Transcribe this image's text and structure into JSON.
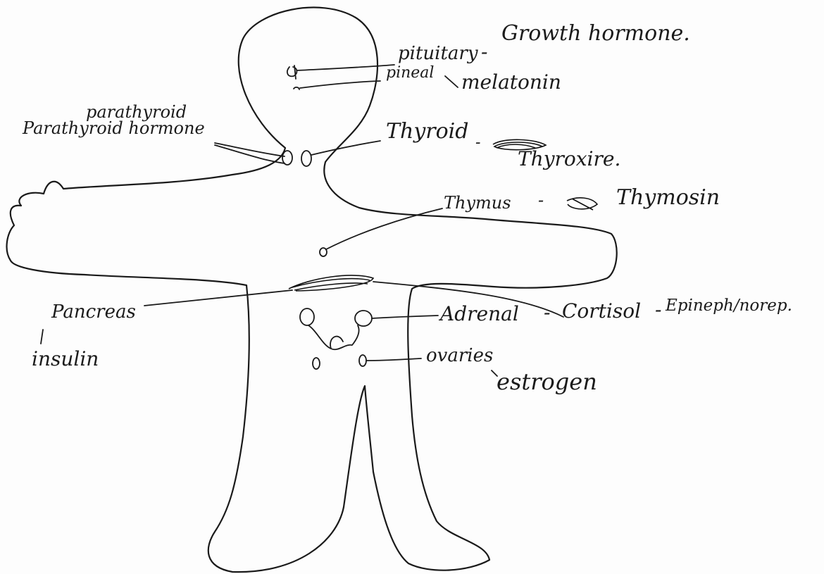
{
  "labels": {
    "pituitary": "pituitary",
    "growth_hormone": "Growth hormone.",
    "pineal": "pineal",
    "melatonin": "melatonin",
    "parathyroid": "parathyroid",
    "parathyroid_hormone": "Parathyroid hormone",
    "thyroid": "Thyroid",
    "thyroxine": "Thyroxire.",
    "thymus": "Thymus",
    "thymosin": "Thymosin",
    "pancreas": "Pancreas",
    "insulin": "insulin",
    "adrenal": "Adrenal",
    "cortisol": "Cortisol",
    "epineph": "Epineph/norep.",
    "ovaries": "ovaries",
    "estrogen": "estrogen"
  },
  "dashes": {
    "pituitary_dash": "-",
    "thyroid_dash": "-",
    "thymus_dash": "-",
    "adrenal_dash": "-",
    "cortisol_dash": "-"
  }
}
